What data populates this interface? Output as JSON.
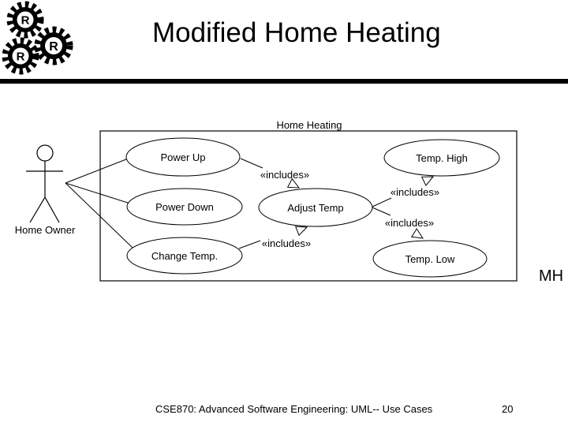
{
  "slide": {
    "title": "Modified Home Heating",
    "logo_letter": "R",
    "author_initials": "MH",
    "footer": "CSE870: Advanced Software Engineering: UML-- Use Cases",
    "page_number": "20"
  },
  "colors": {
    "ink": "#000000",
    "background": "#ffffff"
  },
  "diagram": {
    "type": "uml-use-case",
    "system_label": "Home Heating",
    "actor": {
      "label": "Home Owner"
    },
    "use_cases": [
      {
        "label": "Power Up"
      },
      {
        "label": "Power Down"
      },
      {
        "label": "Change Temp."
      },
      {
        "label": "Adjust Temp"
      },
      {
        "label": "Temp. High"
      },
      {
        "label": "Temp. Low"
      }
    ],
    "relations": [
      {
        "label": "«includes»",
        "from": "Power Up",
        "to": "Adjust Temp"
      },
      {
        "label": "«includes»",
        "from": "Change Temp.",
        "to": "Adjust Temp"
      },
      {
        "label": "«includes»",
        "from": "Adjust Temp",
        "to": "Temp. High"
      },
      {
        "label": "«includes»",
        "from": "Adjust Temp",
        "to": "Temp. Low"
      }
    ],
    "actor_associations": [
      "Power Up",
      "Power Down",
      "Change Temp."
    ]
  }
}
